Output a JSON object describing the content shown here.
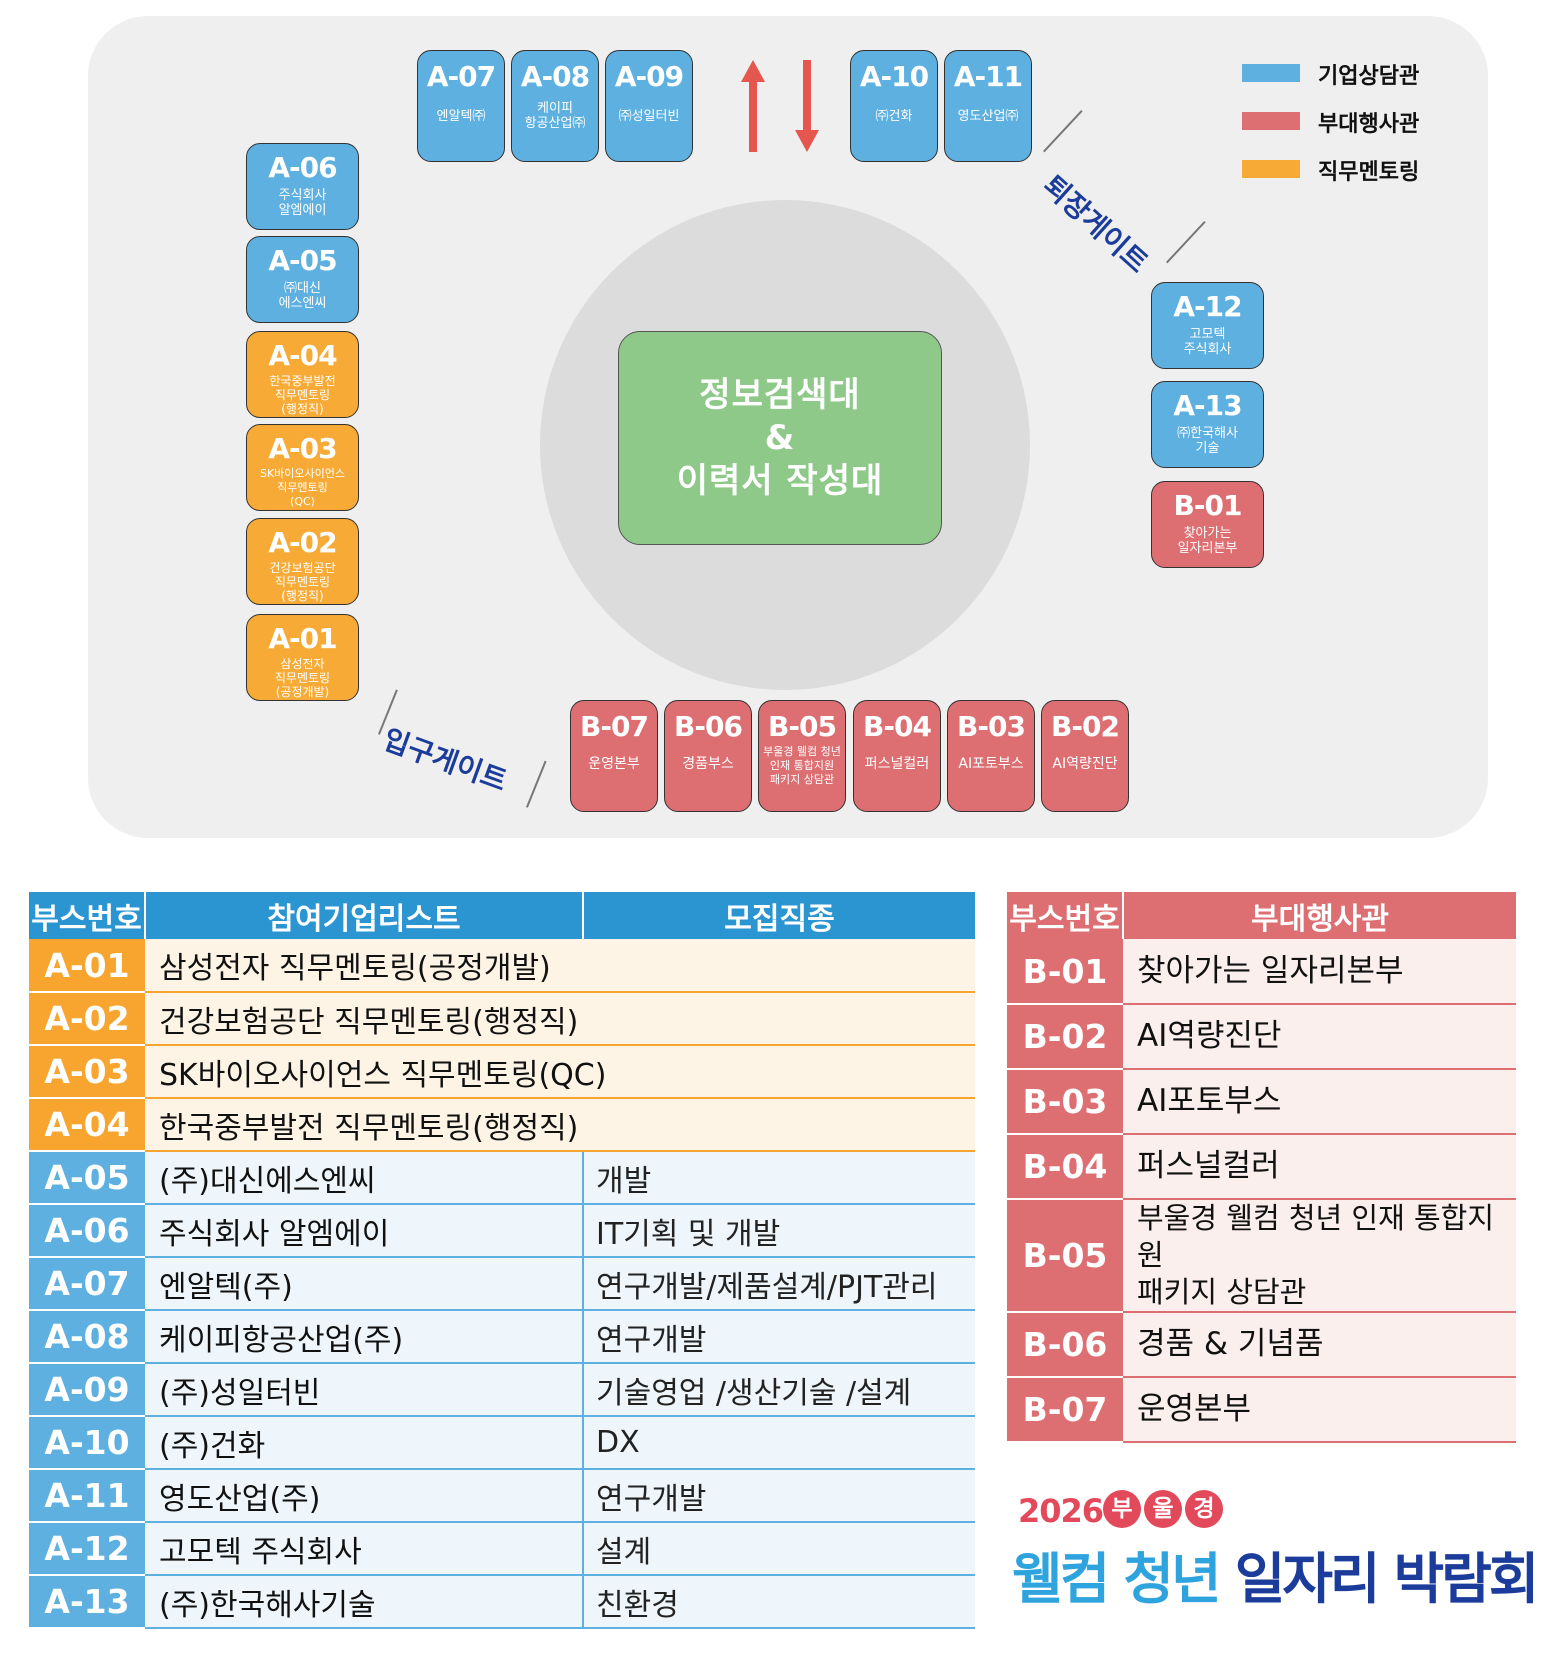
{
  "map": {
    "center": [
      "정보검색대",
      "&",
      "이력서 작성대"
    ],
    "legend": [
      {
        "label": "기업상담관",
        "color": "#5eb0e0"
      },
      {
        "label": "부대행사관",
        "color": "#dd6f73"
      },
      {
        "label": "직무멘토링",
        "color": "#f7ab36"
      }
    ],
    "gates": {
      "exit": "퇴장게이트",
      "entry": "입구게이트"
    },
    "booths": {
      "a07": {
        "code": "A-07",
        "name": "엔알텍㈜"
      },
      "a08": {
        "code": "A-08",
        "name": "케이피\n항공산업㈜"
      },
      "a09": {
        "code": "A-09",
        "name": "㈜성일터빈"
      },
      "a10": {
        "code": "A-10",
        "name": "㈜건화"
      },
      "a11": {
        "code": "A-11",
        "name": "영도산업㈜"
      },
      "a06": {
        "code": "A-06",
        "name": "주식회사\n알엠에이"
      },
      "a05": {
        "code": "A-05",
        "name": "㈜대신\n에스엔씨"
      },
      "a04": {
        "code": "A-04",
        "name": "한국중부발전\n직무멘토링\n(행정직)"
      },
      "a03": {
        "code": "A-03",
        "name": "SK바이오사이언스\n직무멘토링\n(QC)"
      },
      "a02": {
        "code": "A-02",
        "name": "건강보험공단\n직무멘토링\n(행정직)"
      },
      "a01": {
        "code": "A-01",
        "name": "삼성전자\n직무멘토링\n(공정개발)"
      },
      "a12": {
        "code": "A-12",
        "name": "고모텍\n주식회사"
      },
      "a13": {
        "code": "A-13",
        "name": "㈜한국해사\n기술"
      },
      "b01": {
        "code": "B-01",
        "name": "찾아가는\n일자리본부"
      },
      "b07": {
        "code": "B-07",
        "name": "운영본부"
      },
      "b06": {
        "code": "B-06",
        "name": "경품부스"
      },
      "b05": {
        "code": "B-05",
        "name": "부울경 웰컴 청년\n인재 통합지원\n패키지 상담관"
      },
      "b04": {
        "code": "B-04",
        "name": "퍼스널컬러"
      },
      "b03": {
        "code": "B-03",
        "name": "AI포토부스"
      },
      "b02": {
        "code": "B-02",
        "name": "AI역량진단"
      }
    }
  },
  "company_table": {
    "headers": [
      "부스번호",
      "참여기업리스트",
      "모집직종"
    ],
    "rows": [
      {
        "code": "A-01",
        "name": "삼성전자 직무멘토링(공정개발)",
        "job": ""
      },
      {
        "code": "A-02",
        "name": "건강보험공단 직무멘토링(행정직)",
        "job": ""
      },
      {
        "code": "A-03",
        "name": "SK바이오사이언스 직무멘토링(QC)",
        "job": ""
      },
      {
        "code": "A-04",
        "name": "한국중부발전 직무멘토링(행정직)",
        "job": ""
      },
      {
        "code": "A-05",
        "name": "(주)대신에스엔씨",
        "job": "개발"
      },
      {
        "code": "A-06",
        "name": "주식회사 알엠에이",
        "job": "IT기획 및 개발"
      },
      {
        "code": "A-07",
        "name": "엔알텍(주)",
        "job": "연구개발/제품설계/PJT관리"
      },
      {
        "code": "A-08",
        "name": "케이피항공산업(주)",
        "job": "연구개발"
      },
      {
        "code": "A-09",
        "name": "(주)성일터빈",
        "job": "기술영업 /생산기술 /설계"
      },
      {
        "code": "A-10",
        "name": "(주)건화",
        "job": "DX"
      },
      {
        "code": "A-11",
        "name": "영도산업(주)",
        "job": "연구개발"
      },
      {
        "code": "A-12",
        "name": "고모텍 주식회사",
        "job": "설계"
      },
      {
        "code": "A-13",
        "name": "(주)한국해사기술",
        "job": "친환경"
      }
    ]
  },
  "event_table": {
    "headers": [
      "부스번호",
      "부대행사관"
    ],
    "rows": [
      {
        "code": "B-01",
        "name": "찾아가는 일자리본부"
      },
      {
        "code": "B-02",
        "name": "AI역량진단"
      },
      {
        "code": "B-03",
        "name": "AI포토부스"
      },
      {
        "code": "B-04",
        "name": "퍼스널컬러"
      },
      {
        "code": "B-05",
        "name": "부울경 웰컴 청년 인재 통합지원\n패키지 상담관"
      },
      {
        "code": "B-06",
        "name": "경품 & 기념품"
      },
      {
        "code": "B-07",
        "name": "운영본부"
      }
    ]
  },
  "brand": {
    "year": "2026",
    "circles": [
      "부",
      "울",
      "경"
    ],
    "title_a": "웰컴 청년",
    "title_b": "일자리 박람회"
  }
}
